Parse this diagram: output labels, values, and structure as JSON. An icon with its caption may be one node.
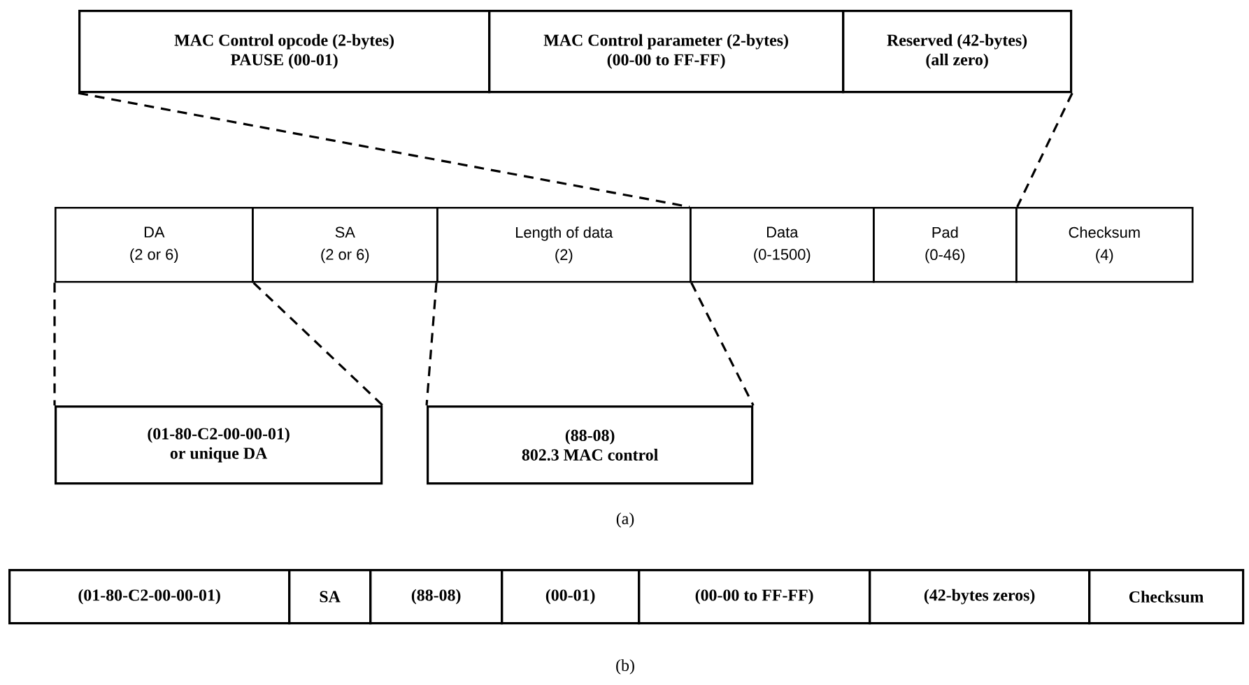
{
  "diagram": {
    "nodes": [
      {
        "text": [
          "MAC Control opcode (2-bytes)",
          "PAUSE (00-01)"
        ]
      },
      {
        "text": [
          "MAC Control parameter (2-bytes)",
          "(00-00 to FF-FF)"
        ]
      },
      {
        "text": [
          "Reserved (42-bytes)",
          "(all zero)"
        ]
      },
      {
        "text": [
          "DA",
          "(2 or 6)"
        ]
      },
      {
        "text": [
          "SA",
          "(2 or 6)"
        ]
      },
      {
        "text": [
          "Length of data",
          "(2)"
        ]
      },
      {
        "text": [
          "Data",
          "(0-1500)"
        ]
      },
      {
        "text": [
          "Pad",
          "(0-46)"
        ]
      },
      {
        "text": [
          "Checksum",
          "(4)"
        ]
      },
      {
        "text": [
          "(01-80-C2-00-00-01)",
          "or unique DA"
        ]
      },
      {
        "text": [
          "(88-08)",
          "802.3 MAC control"
        ]
      },
      {
        "text": [
          "(01-80-C2-00-00-01)"
        ]
      },
      {
        "text": [
          "SA"
        ]
      },
      {
        "text": [
          "(88-08)"
        ]
      },
      {
        "text": [
          "(00-01)"
        ]
      },
      {
        "text": [
          "(00-00 to FF-FF)"
        ]
      },
      {
        "text": [
          "(42-bytes zeros)"
        ]
      },
      {
        "text": [
          "Checksum"
        ]
      }
    ],
    "edges": [
      {
        "from": 0,
        "to": 6,
        "arrow": "none",
        "style": "dashed"
      },
      {
        "from": 2,
        "to": 7,
        "arrow": "none",
        "style": "dashed"
      },
      {
        "from": 3,
        "to": 9,
        "arrow": "none",
        "style": "dashed"
      },
      {
        "from": 3,
        "to": 9,
        "arrow": "none",
        "style": "dashed"
      },
      {
        "from": 5,
        "to": 10,
        "arrow": "none",
        "style": "dashed"
      },
      {
        "from": 5,
        "to": 10,
        "arrow": "none",
        "style": "dashed"
      }
    ],
    "labels": [
      "(a)",
      "(b)"
    ]
  }
}
